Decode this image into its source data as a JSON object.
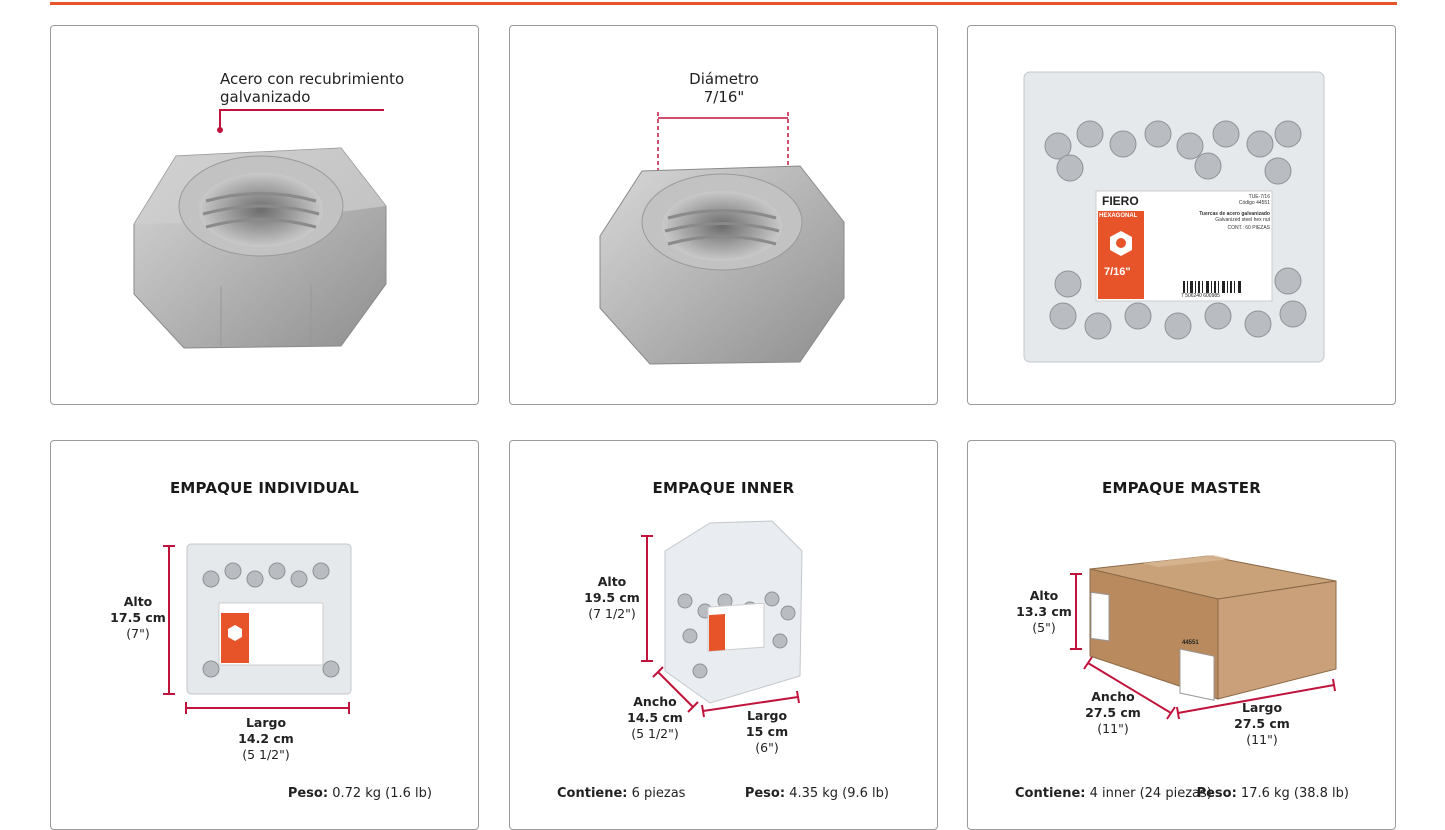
{
  "colors": {
    "accent": "#e8542a",
    "dimension_line": "#c0143c",
    "border": "#9a9a9a"
  },
  "panel1": {
    "callout": [
      "Acero con recubrimiento",
      "galvanizado"
    ]
  },
  "panel2": {
    "callout_label": "Diámetro",
    "callout_value": "7/16\""
  },
  "panel3": {
    "brand": "FIERO",
    "type_label": "HEXAGONAL",
    "size": "7/16\"",
    "code_line1": "TUE-7/16",
    "code_line2": "Código 44551",
    "desc_es": "Tuercas de acero galvanizado",
    "desc_en": "Galvanized steel hex nut",
    "contents": "CONT.: 60 PIEZAS",
    "barcode_number": "7 506240 600985"
  },
  "individual": {
    "title": "EMPAQUE INDIVIDUAL",
    "alto": {
      "label": "Alto",
      "metric": "17.5 cm",
      "imperial": "(7\")"
    },
    "largo": {
      "label": "Largo",
      "metric": "14.2 cm",
      "imperial": "(5 1/2\")"
    },
    "peso_label": "Peso:",
    "peso_value": "0.72 kg (1.6 lb)"
  },
  "inner": {
    "title": "EMPAQUE INNER",
    "alto": {
      "label": "Alto",
      "metric": "19.5 cm",
      "imperial": "(7 1/2\")"
    },
    "ancho": {
      "label": "Ancho",
      "metric": "14.5 cm",
      "imperial": "(5 1/2\")"
    },
    "largo": {
      "label": "Largo",
      "metric": "15 cm",
      "imperial": "(6\")"
    },
    "contiene_label": "Contiene:",
    "contiene_value": "6 piezas",
    "peso_label": "Peso:",
    "peso_value": "4.35 kg (9.6 lb)"
  },
  "master": {
    "title": "EMPAQUE MASTER",
    "alto": {
      "label": "Alto",
      "metric": "13.3 cm",
      "imperial": "(5\")"
    },
    "ancho": {
      "label": "Ancho",
      "metric": "27.5 cm",
      "imperial": "(11\")"
    },
    "largo": {
      "label": "Largo",
      "metric": "27.5 cm",
      "imperial": "(11\")"
    },
    "box_code": "44551",
    "contiene_label": "Contiene:",
    "contiene_value": "4 inner (24 piezas)",
    "peso_label": "Peso:",
    "peso_value": "17.6 kg (38.8 lb)"
  }
}
